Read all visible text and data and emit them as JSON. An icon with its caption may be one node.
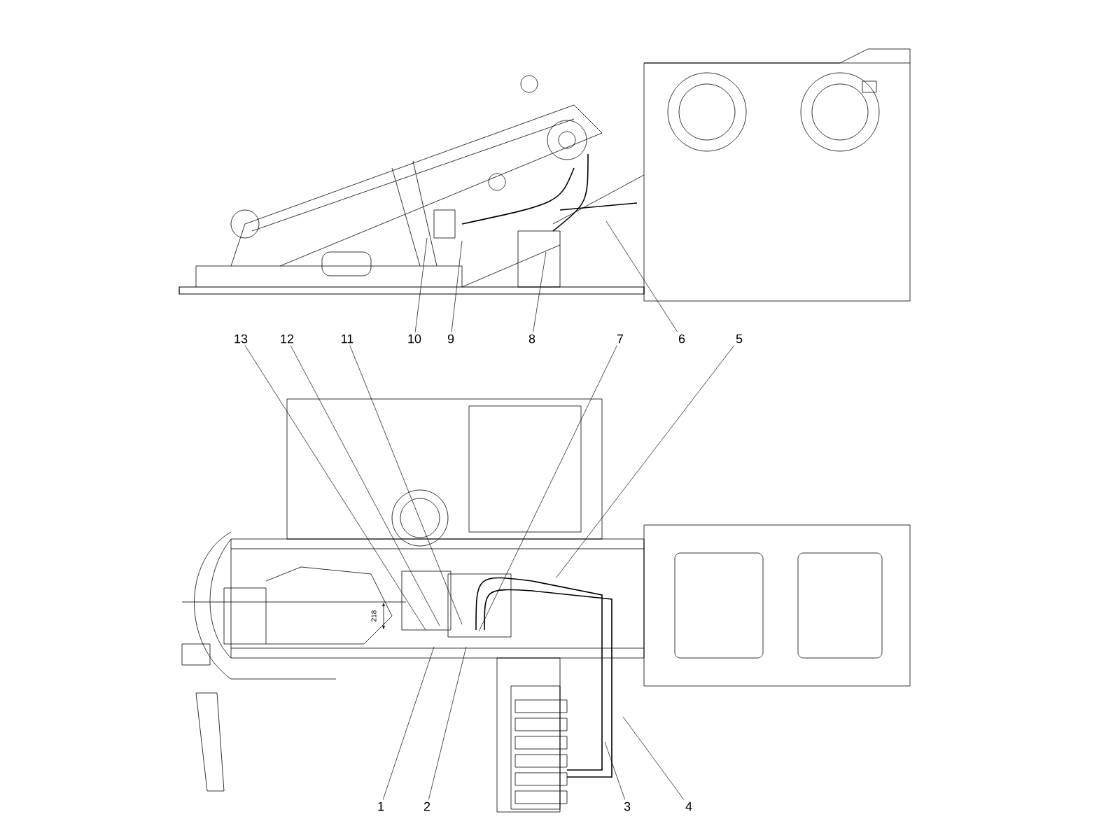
{
  "diagram": {
    "nodes": [
      {
        "text": [
          "13"
        ]
      },
      {
        "text": [
          "12"
        ]
      },
      {
        "text": [
          "11"
        ]
      },
      {
        "text": [
          "10"
        ]
      },
      {
        "text": [
          "9"
        ]
      },
      {
        "text": [
          "8"
        ]
      },
      {
        "text": [
          "7"
        ]
      },
      {
        "text": [
          "6"
        ]
      },
      {
        "text": [
          "5"
        ]
      },
      {
        "text": [
          "1"
        ]
      },
      {
        "text": [
          "2"
        ]
      },
      {
        "text": [
          "3"
        ]
      },
      {
        "text": [
          "4"
        ]
      }
    ],
    "edges": [
      {
        "from": 0,
        "to": null,
        "arrow": "none"
      },
      {
        "from": 1,
        "to": null,
        "arrow": "none"
      },
      {
        "from": 2,
        "to": null,
        "arrow": "none"
      },
      {
        "from": 3,
        "to": null,
        "arrow": "none"
      },
      {
        "from": 4,
        "to": null,
        "arrow": "none"
      },
      {
        "from": 5,
        "to": null,
        "arrow": "none"
      },
      {
        "from": 6,
        "to": null,
        "arrow": "none"
      },
      {
        "from": 7,
        "to": null,
        "arrow": "none"
      },
      {
        "from": 8,
        "to": null,
        "arrow": "none"
      },
      {
        "from": 9,
        "to": null,
        "arrow": "none"
      },
      {
        "from": 10,
        "to": null,
        "arrow": "none"
      },
      {
        "from": 11,
        "to": null,
        "arrow": "none"
      },
      {
        "from": 12,
        "to": null,
        "arrow": "none"
      }
    ],
    "labels": [
      "218"
    ]
  }
}
